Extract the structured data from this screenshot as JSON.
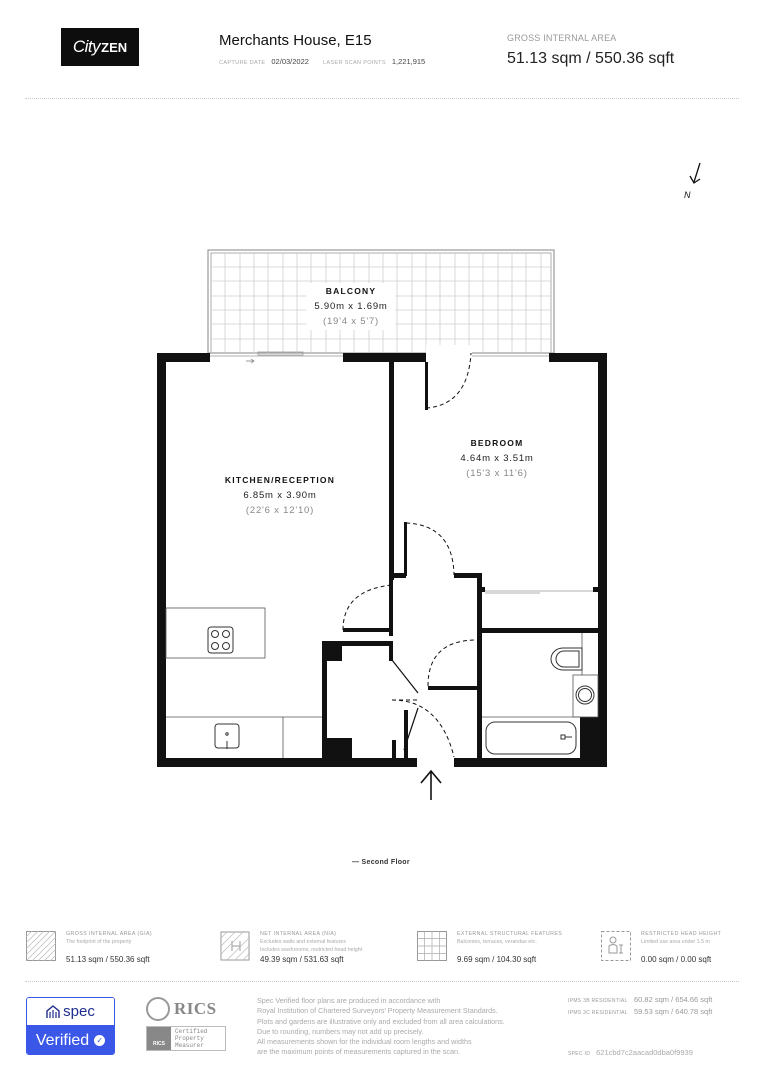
{
  "header": {
    "logo": {
      "city": "City",
      "zen": "ZEN"
    },
    "property_title": "Merchants House, E15",
    "capture_date_label": "CAPTURE DATE",
    "capture_date": "02/03/2022",
    "scan_points_label": "LASER SCAN POINTS",
    "scan_points": "1,221,915",
    "gia_label": "GROSS INTERNAL AREA",
    "gia_value": "51.13 sqm / 550.36 sqft"
  },
  "plan": {
    "north_label": "N",
    "floor_label": "— Second Floor",
    "rooms": [
      {
        "name": "BALCONY",
        "metric": "5.90m x 1.69m",
        "imperial": "(19'4 x 5'7)"
      },
      {
        "name": "BEDROOM",
        "metric": "4.64m x 3.51m",
        "imperial": "(15'3 x 11'6)"
      },
      {
        "name": "KITCHEN/RECEPTION",
        "metric": "6.85m x 3.90m",
        "imperial": "(22'6 x 12'10)"
      }
    ]
  },
  "legend": [
    {
      "icon": "hatched-square-icon",
      "title": "GROSS INTERNAL AREA (GIA)",
      "desc": [
        "The footprint of the property"
      ],
      "value": "51.13 sqm / 550.36 sqft"
    },
    {
      "icon": "hatched-plan-icon",
      "title": "NET INTERNAL AREA (NIA)",
      "desc": [
        "Excludes walls and external features",
        "Includes washrooms, restricted head height"
      ],
      "value": "49.39 sqm / 531.63 sqft"
    },
    {
      "icon": "grid-square-icon",
      "title": "EXTERNAL STRUCTURAL FEATURES",
      "desc": [
        "Balconies, terraces, verandas etc."
      ],
      "value": "9.69 sqm / 104.30 sqft"
    },
    {
      "icon": "person-height-icon",
      "title": "RESTRICTED HEAD HEIGHT",
      "desc": [
        "Limited use area under 1.5 m"
      ],
      "value": "0.00 sqm / 0.00 sqft"
    }
  ],
  "footer": {
    "spec_badge": {
      "top": "spec",
      "bottom": "Verified"
    },
    "rics": {
      "word": "RICS",
      "cert": [
        "Certified",
        "Property",
        "Measurer"
      ],
      "small": "RICS"
    },
    "disclaimer": [
      "Spec Verified floor plans are produced in accordance with",
      "Royal Institution of Chartered Surveyors' Property Measurement Standards.",
      "Plots and gardens are illustrative only and excluded from all area calculations.",
      "Due to rounding, numbers may not add up precisely.",
      "All measurements shown for the individual room lengths and widths",
      "are the maximum points of measurements captured in the scan."
    ],
    "ipms": [
      {
        "label": "IPMS 3B RESIDENTIAL",
        "value": "60.82 sqm / 654.66 sqft"
      },
      {
        "label": "IPMS 3C RESIDENTIAL",
        "value": "59.53 sqm / 640.78 sqft"
      }
    ],
    "spec_id_label": "SPEC ID",
    "spec_id": "621cbd7c2aacad0dba0f9939"
  },
  "colors": {
    "wall": "#111111",
    "spec_blue": "#3a57e8",
    "muted_text": "#999999"
  }
}
